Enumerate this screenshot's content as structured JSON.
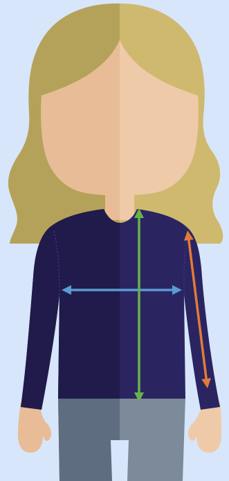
{
  "illustration": {
    "subject": "woman-figure",
    "colors": {
      "background": "#d7e6fa",
      "hair_dark": "#b5a25a",
      "hair_light": "#cfb96f",
      "skin_dark": "#e7bc97",
      "skin_light": "#efcaa9",
      "shirt_dark": "#201b4a",
      "shirt_light": "#2a2561",
      "pants_dark": "#5e6d80",
      "pants_light": "#7d8a99",
      "chest_arrow": "#5b9ad3",
      "length_arrow": "#69b24a",
      "sleeve_arrow": "#e27a3a"
    },
    "measurements": [
      {
        "name": "chest-width",
        "icon": "horizontal-double-arrow-icon"
      },
      {
        "name": "body-length",
        "icon": "vertical-double-arrow-icon"
      },
      {
        "name": "sleeve-length",
        "icon": "diagonal-double-arrow-icon"
      }
    ]
  }
}
